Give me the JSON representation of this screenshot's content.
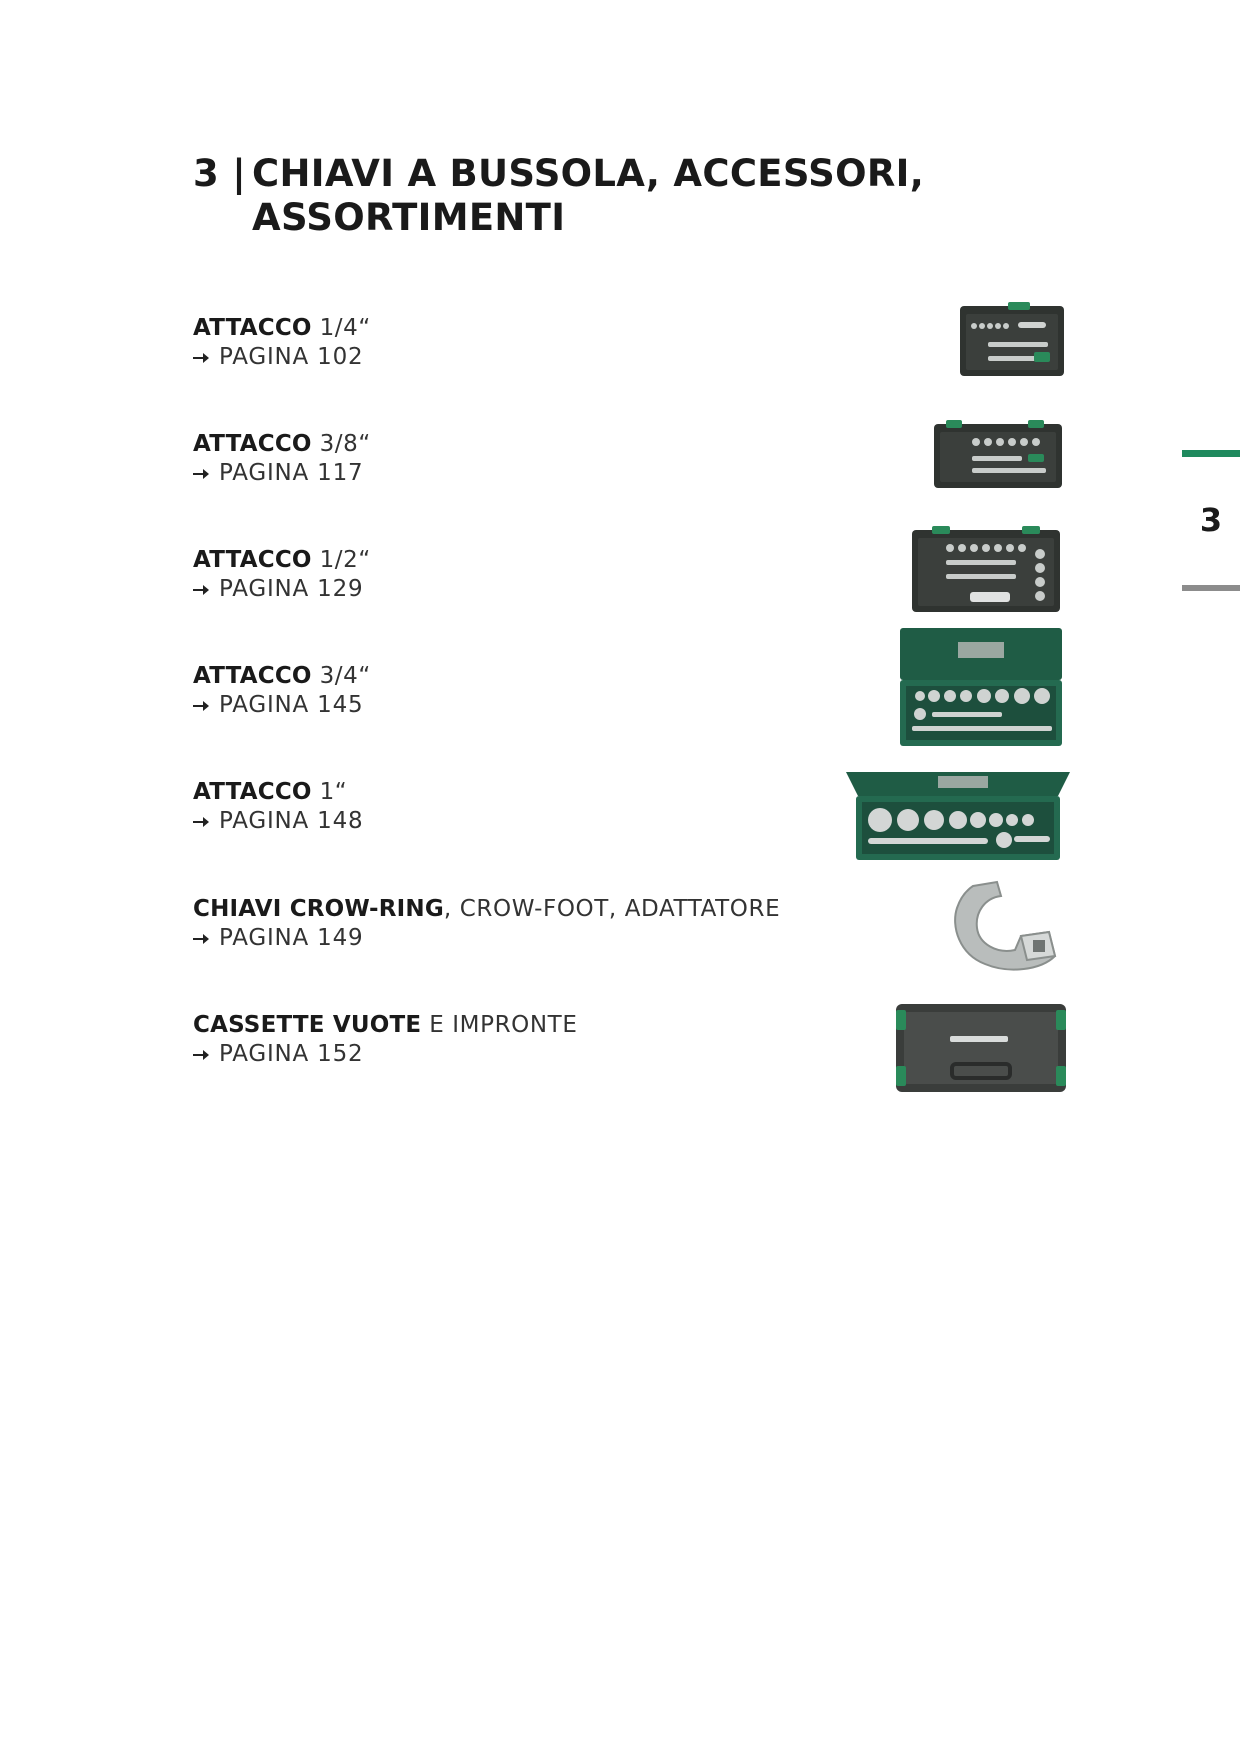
{
  "section": {
    "number": "3 |",
    "title_line1": "CHIAVI A BUSSOLA,  ACCESSORI,",
    "title_line2": "ASSORTIMENTI"
  },
  "entries": [
    {
      "bold": "ATTACCO",
      "rest": " 1/4“",
      "page": "PAGINA 102",
      "image_icon": "socket-set-case-icon"
    },
    {
      "bold": "ATTACCO",
      "rest": " 3/8“",
      "page": "PAGINA 117",
      "image_icon": "socket-set-case-icon"
    },
    {
      "bold": "ATTACCO",
      "rest": " 1/2“",
      "page": "PAGINA 129",
      "image_icon": "socket-set-case-icon"
    },
    {
      "bold": "ATTACCO",
      "rest": " 3/4“",
      "page": "PAGINA 145",
      "image_icon": "metal-socket-box-icon"
    },
    {
      "bold": "ATTACCO",
      "rest": " 1“",
      "page": "PAGINA 148",
      "image_icon": "metal-socket-box-icon"
    },
    {
      "bold": "CHIAVI CROW-RING",
      "rest": ", CROW-FOOT, ADATTATORE",
      "page": "PAGINA 149",
      "image_icon": "crow-ring-wrench-icon"
    },
    {
      "bold": "CASSETTE VUOTE",
      "rest": " E IMPRONTE",
      "page": "PAGINA 152",
      "image_icon": "empty-case-icon"
    }
  ],
  "side_tab": {
    "label": "3"
  },
  "colors": {
    "accent_green": "#1f8a5e",
    "tab_grey": "#8c8c8c",
    "text": "#1a1a1a"
  }
}
